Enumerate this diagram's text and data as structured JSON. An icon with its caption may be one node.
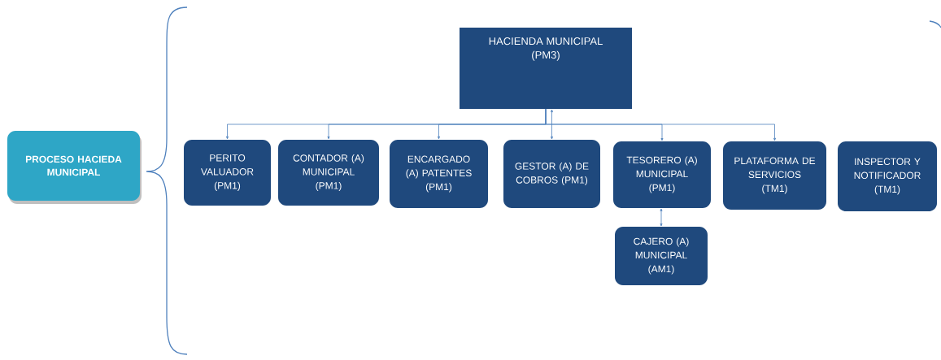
{
  "diagram": {
    "nodes": [
      {
        "text": [
          "PROCESO HACIEDA MUNICIPAL"
        ]
      },
      {
        "text": [
          "HACIENDA MUNICIPAL (PM3)"
        ]
      },
      {
        "text": [
          "PERITO VALUADOR (PM1)"
        ]
      },
      {
        "text": [
          "CONTADOR (A) MUNICIPAL (PM1)"
        ]
      },
      {
        "text": [
          "ENCARGADO (A) PATENTES (PM1)"
        ]
      },
      {
        "text": [
          "GESTOR (A) DE COBROS (PM1)"
        ]
      },
      {
        "text": [
          "TESORERO (A) MUNICIPAL (PM1)"
        ]
      },
      {
        "text": [
          "PLATAFORMA DE SERVICIOS (TM1)"
        ]
      },
      {
        "text": [
          "INSPECTOR Y NOTIFICADOR (TM1)"
        ]
      },
      {
        "text": [
          "CAJERO (A) MUNICIPAL (AM1)"
        ]
      }
    ],
    "edges": [
      {
        "from": 1,
        "to": 2,
        "arrow": "to"
      },
      {
        "from": 1,
        "to": 3,
        "arrow": "to"
      },
      {
        "from": 1,
        "to": 4,
        "arrow": "to"
      },
      {
        "from": 1,
        "to": 5,
        "arrow": "both"
      },
      {
        "from": 1,
        "to": 6,
        "arrow": "to"
      },
      {
        "from": 1,
        "to": 7,
        "arrow": "to"
      },
      {
        "from": 6,
        "to": 9,
        "arrow": "both"
      }
    ]
  }
}
